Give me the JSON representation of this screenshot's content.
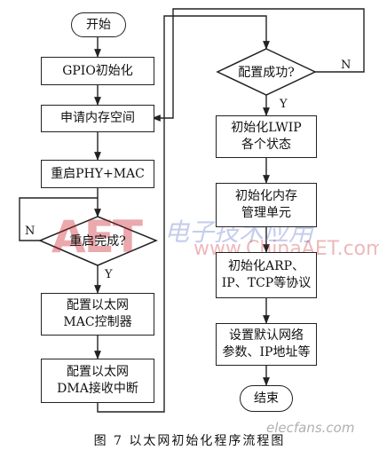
{
  "flowchart": {
    "start": "开始",
    "gpio_init": "GPIO初始化",
    "request_memory": "申请内存空间",
    "restart_phy_mac": "重启PHY+MAC",
    "restart_done": "重启完成?",
    "config_mac": "配置以太网\nMAC控制器",
    "config_dma": "配置以太网\nDMA接收中断",
    "config_ok": "配置成功?",
    "init_lwip": "初始化LWIP\n各个状态",
    "init_memory": "初始化内存\n管理单元",
    "init_protocols": "初始化ARP、\nIP、TCP等协议",
    "set_network": "设置默认网络\n参数、IP地址等",
    "end": "结束"
  },
  "labels": {
    "restart_no": "N",
    "restart_yes": "Y",
    "config_no": "N",
    "config_yes": "Y"
  },
  "caption": "图 7  以太网初始化程序流程图",
  "watermark": {
    "logo": "AET",
    "brand": "电子技术应用",
    "site": "www.ChinaAET.com",
    "footer": "elecfans.com"
  },
  "colors": {
    "line": "#222222",
    "watermark_red": "#c81e28",
    "watermark_blue": "#5a6ec8"
  }
}
